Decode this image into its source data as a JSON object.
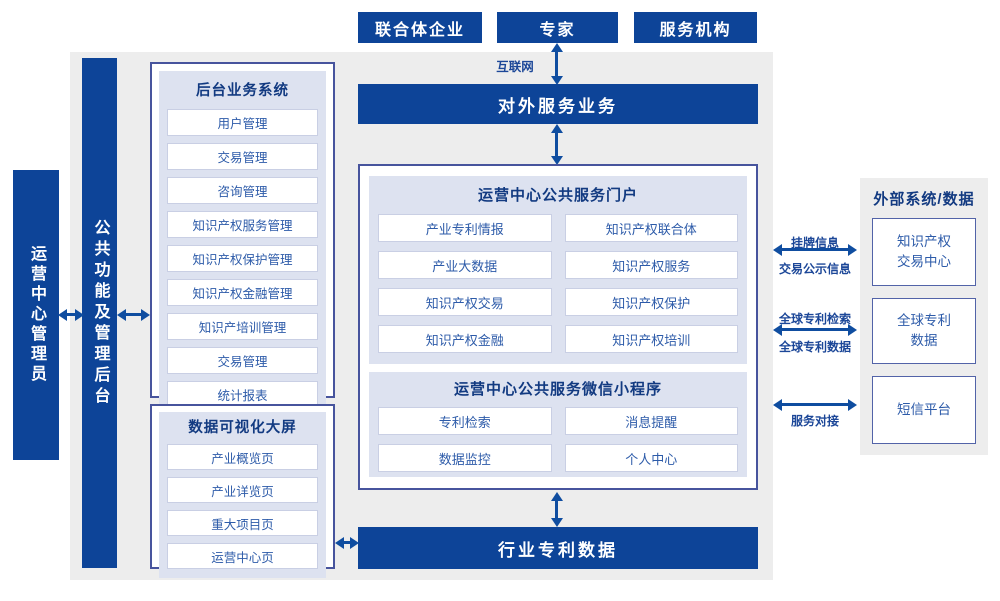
{
  "colors": {
    "dark_blue": "#0d4498",
    "arrow_blue": "#0f4da0",
    "panel_lavender": "#dde2f0",
    "box_border": "#47549d",
    "item_text": "#2d5ba9",
    "container_gray": "#ededed"
  },
  "actors": [
    "联合体企业",
    "专家",
    "服务机构"
  ],
  "internet_label": "互联网",
  "external_service_bar": "对外服务业务",
  "industry_data_bar": "行业专利数据",
  "left": {
    "admin": "运营中心管理员",
    "backend_bar": "公共功能及管理后台"
  },
  "backend_system": {
    "title": "后台业务系统",
    "items": [
      "用户管理",
      "交易管理",
      "咨询管理",
      "知识产权服务管理",
      "知识产权保护管理",
      "知识产权金融管理",
      "知识产培训管理",
      "交易管理",
      "统计报表"
    ]
  },
  "dashboard": {
    "title": "数据可视化大屏",
    "items": [
      "产业概览页",
      "产业详览页",
      "重大项目页",
      "运营中心页"
    ]
  },
  "portal": {
    "title": "运营中心公共服务门户",
    "items": [
      "产业专利情报",
      "知识产权联合体",
      "产业大数据",
      "知识产权服务",
      "知识产权交易",
      "知识产权保护",
      "知识产权金融",
      "知识产权培训"
    ]
  },
  "miniprogram": {
    "title": "运营中心公共服务微信小程序",
    "items": [
      "专利检索",
      "消息提醒",
      "数据监控",
      "个人中心"
    ]
  },
  "external": {
    "title": "外部系统/数据",
    "systems": [
      "知识产权\n交易中心",
      "全球专利\n数据",
      "短信平台"
    ],
    "links": [
      {
        "top": "挂牌信息",
        "bottom": "交易公示信息"
      },
      {
        "top": "全球专利检索",
        "bottom": "全球专利数据"
      },
      {
        "top": "",
        "bottom": "服务对接"
      }
    ]
  }
}
